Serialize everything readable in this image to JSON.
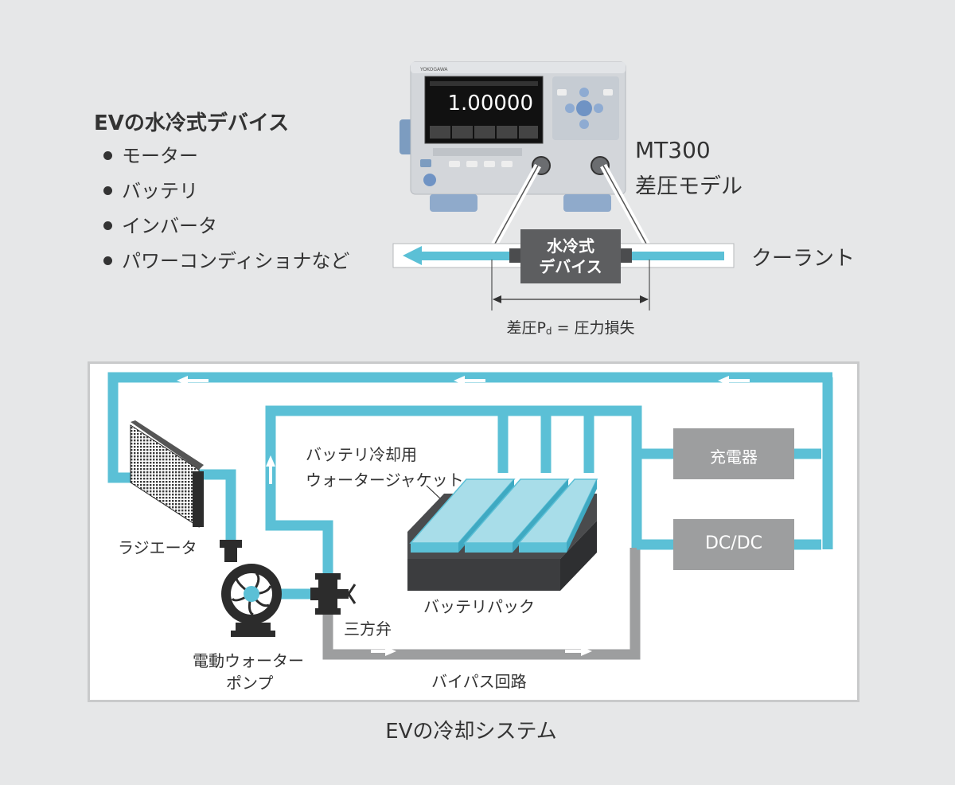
{
  "devices": {
    "title": "EVの水冷式デバイス",
    "items": [
      "モーター",
      "バッテリ",
      "インバータ",
      "パワーコンディショナなど"
    ]
  },
  "instrument": {
    "model": "MT300",
    "variant": "差圧モデル",
    "brand": "YOKOGAWA",
    "display_value": "1.00000"
  },
  "measurement": {
    "device_label_line1": "水冷式",
    "device_label_line2": "デバイス",
    "coolant_label": "クーラント",
    "pressure_label_prefix": "差圧P",
    "pressure_label_sub": "d",
    "pressure_label_suffix": " = 圧力損失"
  },
  "cooling_system": {
    "jacket_label_line1": "バッテリ冷却用",
    "jacket_label_line2": "ウォータージャケット",
    "charger_label": "充電器",
    "dcdc_label": "DC/DC",
    "radiator_label": "ラジエータ",
    "battery_pack_label": "バッテリパック",
    "valve_label": "三方弁",
    "pump_label_line1": "電動ウォーター",
    "pump_label_line2": "ポンプ",
    "bypass_label": "バイパス回路",
    "caption": "EVの冷却システム"
  },
  "colors": {
    "coolant": "#5bc0d6",
    "bypass": "#9d9e9f",
    "device_box": "#5d5e60",
    "background": "#e6e7e8"
  }
}
